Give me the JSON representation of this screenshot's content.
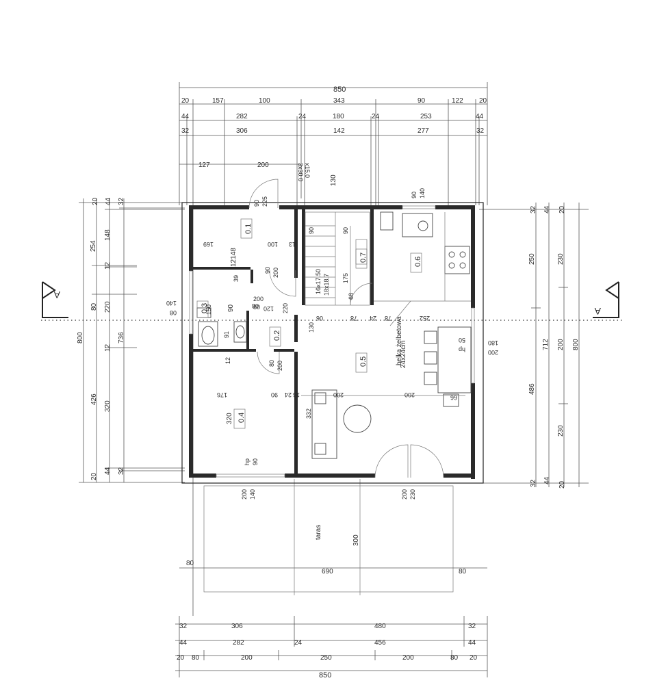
{
  "rooms": [
    {
      "id": "0.1",
      "area": "12148"
    },
    {
      "id": "0.2",
      "area": ""
    },
    {
      "id": "0.3",
      "area": "90"
    },
    {
      "id": "0.4",
      "area": "320"
    },
    {
      "id": "0.5",
      "area": ""
    },
    {
      "id": "0.6",
      "area": ""
    },
    {
      "id": "0.7",
      "area": ""
    }
  ],
  "labels": {
    "terrace": "taras",
    "beam": "belka żelbetowa",
    "beam_size": "24x24cm",
    "section_mark": "A",
    "stairs_rise": "3x30.0",
    "stairs_rise2": "x15.0",
    "stairs_main": "16x17.50",
    "stairs_main2": "18x18.7",
    "hp": "hp"
  },
  "dims_top": {
    "row1": [
      "850"
    ],
    "row2": [
      "20",
      "157",
      "100",
      "343",
      "90",
      "122",
      "20"
    ],
    "row3": [
      "44",
      "282",
      "24",
      "180",
      "24",
      "253",
      "44"
    ],
    "row4": [
      "32",
      "306",
      "142",
      "277",
      "32"
    ],
    "row5": [
      "127",
      "200",
      "130"
    ]
  },
  "dims_bottom": {
    "row1": [
      "32",
      "306",
      "480",
      "32"
    ],
    "row2": [
      "44",
      "282",
      "24",
      "456",
      "44"
    ],
    "row3": [
      "20",
      "80",
      "200",
      "250",
      "200",
      "80",
      "20"
    ],
    "row4": [
      "850"
    ],
    "terrace": [
      "80",
      "690",
      "80",
      "300"
    ]
  },
  "dims_left": {
    "outer": [
      "800"
    ],
    "row2": [
      "20",
      "254",
      "80",
      "426",
      "20"
    ],
    "row3": [
      "44",
      "148",
      "12",
      "220",
      "12",
      "320",
      "44"
    ],
    "row4": [
      "32",
      "736",
      "32"
    ]
  },
  "dims_right": {
    "outer": [
      "800"
    ],
    "row2": [
      "20",
      "230",
      "200",
      "230",
      "20"
    ],
    "row3": [
      "44",
      "712",
      "44"
    ],
    "row4": [
      "32",
      "250",
      "486",
      "32"
    ]
  },
  "inner_dims": {
    "win_top": [
      "90",
      "225"
    ],
    "win_top2": [
      "90",
      "140"
    ],
    "w1": [
      "169",
      "100",
      "13"
    ],
    "w2": [
      "90",
      "200"
    ],
    "w3": [
      "90",
      "39",
      "200",
      "80",
      "120",
      "220",
      "130"
    ],
    "w4": [
      "140",
      "150",
      "91",
      "08",
      "08"
    ],
    "w5": [
      "80",
      "200"
    ],
    "w6": [
      "12",
      "176",
      "90",
      "24",
      "16"
    ],
    "w7": [
      "06",
      "78",
      "24",
      "78",
      "252"
    ],
    "w8": [
      "50",
      "180",
      "200"
    ],
    "w9": [
      "332",
      "200",
      "200",
      "66"
    ],
    "w10": [
      "90",
      "90",
      "175",
      "68"
    ],
    "w11": [
      "200",
      "140"
    ],
    "w12": [
      "200",
      "230"
    ],
    "hp_vals": [
      "90",
      "50"
    ]
  }
}
